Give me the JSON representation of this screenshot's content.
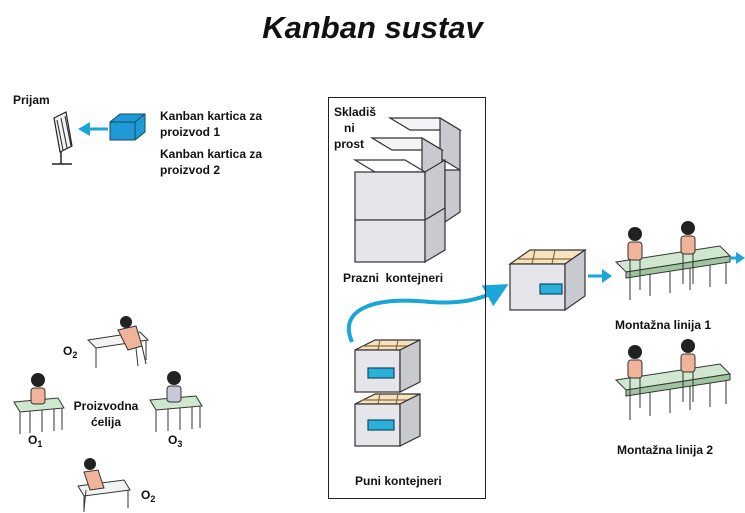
{
  "title": "Kanban sustav",
  "reception": {
    "label": "Prijam"
  },
  "cards": {
    "card1": "Kanban kartica za proizvod 1",
    "card2": "Kanban kartica za proizvod 2"
  },
  "warehouse": {
    "title": "Skladišni prostor",
    "title_visible_lines": [
      "Skladiš",
      "ni",
      "prost"
    ],
    "empty_containers": "Prazni  kontejneri",
    "full_containers": "Puni kontejneri"
  },
  "assembly": {
    "line1": "Montažna linija 1",
    "line2": "Montažna linija 2"
  },
  "production": {
    "cell_label_line1": "Proizvodna",
    "cell_label_line2": "ćelija",
    "operators": [
      {
        "letter": "O",
        "sub": "2"
      },
      {
        "letter": "O",
        "sub": "1"
      },
      {
        "letter": "O",
        "sub": "3"
      },
      {
        "letter": "O",
        "sub": "2"
      }
    ]
  },
  "colors": {
    "flow_arrow": "#1aa6d6",
    "card": "#1f9ad6",
    "box_face": "#e6e6ea",
    "box_side": "#c9c9d0",
    "table_top": "#cfe6cf",
    "worker_shirt": "#f0b49a",
    "worker_hair": "#222222"
  },
  "icons": [
    "reception-rack-icon",
    "kanban-card-icon",
    "worker-icon",
    "container-icon",
    "empty-box-icon"
  ]
}
